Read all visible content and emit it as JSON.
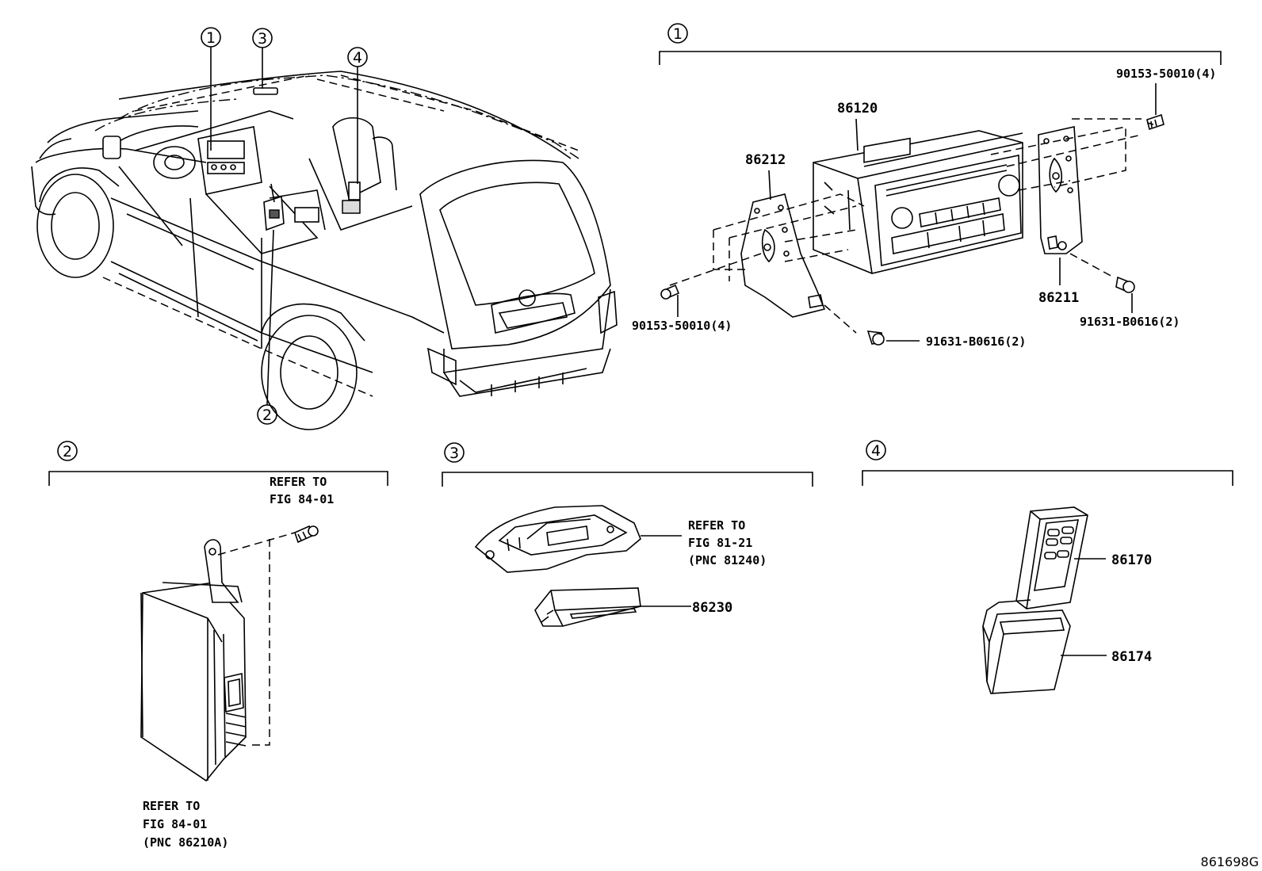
{
  "callouts": {
    "c1": "1",
    "c2": "2",
    "c3": "3",
    "c4": "4"
  },
  "group1": {
    "head_unit": "86120",
    "bracket_left": "86212",
    "bracket_right": "86211",
    "bolt_top_right": "90153-50010(4)",
    "bolt_left": "90153-50010(4)",
    "screw_bottom": "91631-B0616(2)",
    "screw_right": "91631-B0616(2)"
  },
  "group2": {
    "refer_top": [
      "REFER TO",
      "FIG 84-01"
    ],
    "refer_bottom": [
      "REFER TO",
      "FIG 84-01",
      "(PNC 86210A)"
    ]
  },
  "group3": {
    "refer": [
      "REFER TO",
      "FIG 81-21",
      "(PNC 81240)"
    ],
    "part": "86230"
  },
  "group4": {
    "remote": "86170",
    "holder": "86174"
  },
  "figure_code": "861698G"
}
